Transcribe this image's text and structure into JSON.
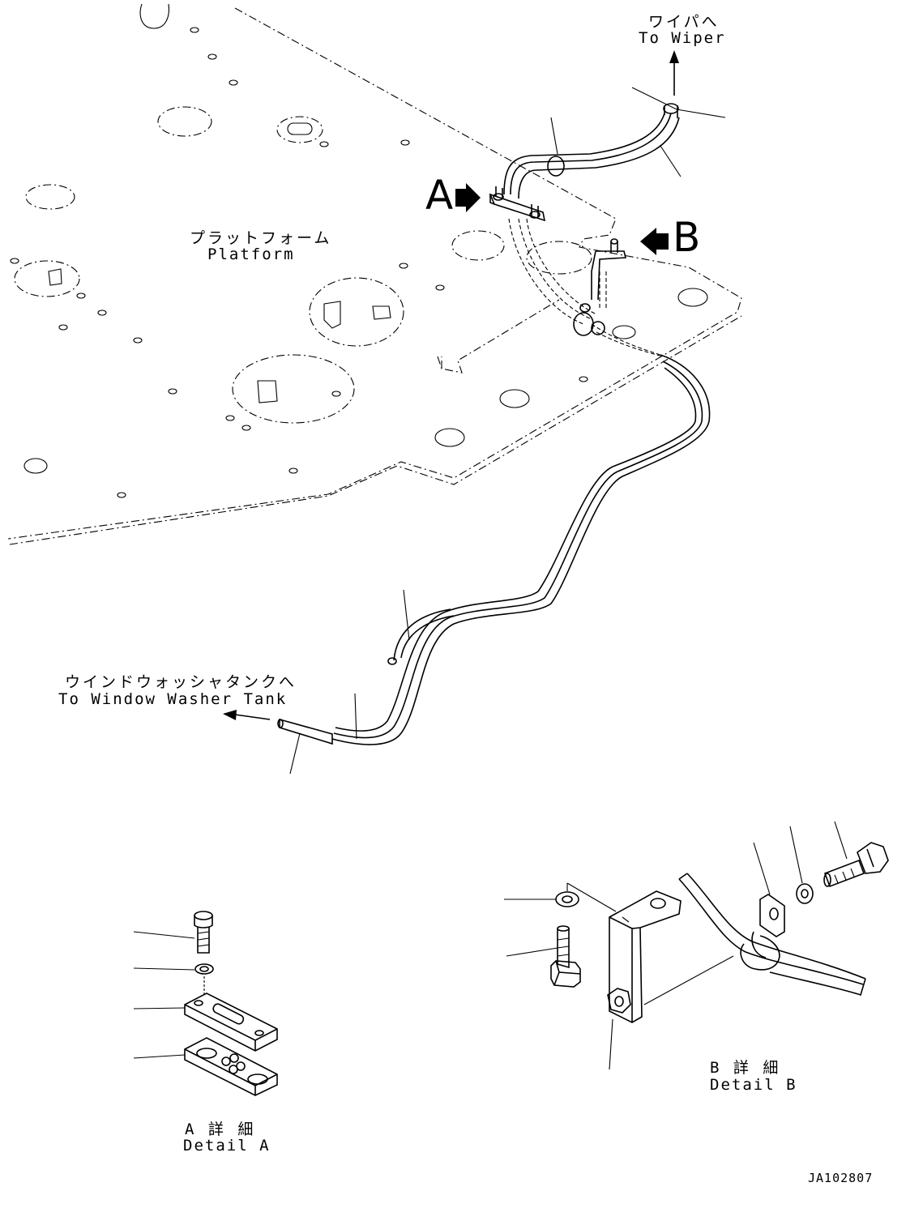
{
  "labels": {
    "wiper_jp": "ワイパへ",
    "wiper_en": "To Wiper",
    "platform_jp": "プラットフォーム",
    "platform_en": "Platform",
    "washer_jp": "ウインドウォッシャタンクへ",
    "washer_en": "To Window Washer Tank",
    "callout_a": "A",
    "callout_b": "B",
    "detail_a_jp": "A 詳 細",
    "detail_a_en": "Detail A",
    "detail_b_jp": "B 詳 細",
    "detail_b_en": "Detail B",
    "drawing_code": "JA102807"
  }
}
